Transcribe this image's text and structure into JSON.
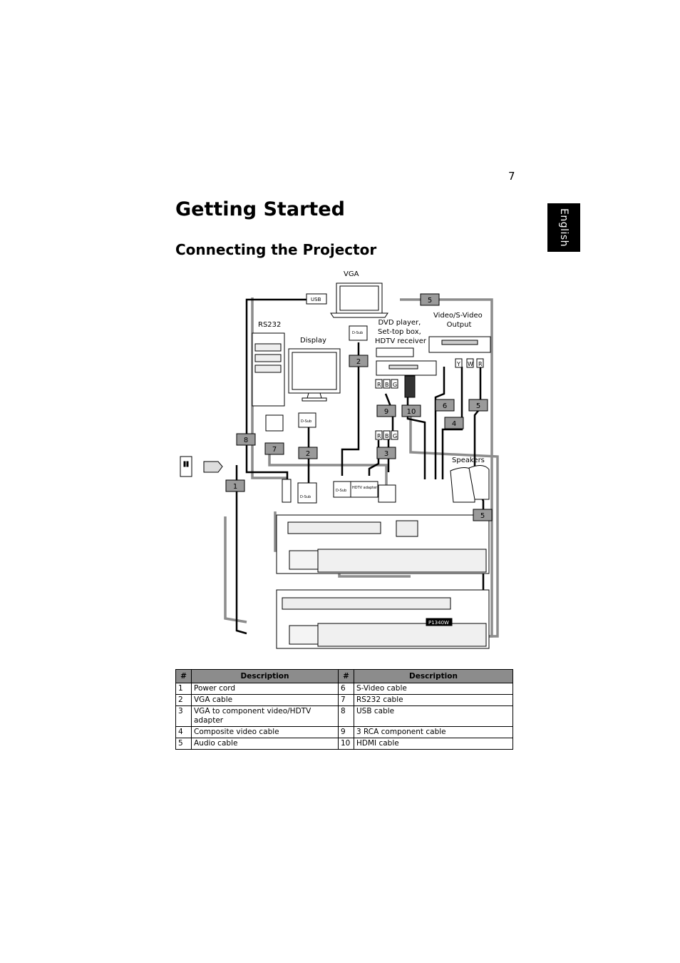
{
  "page": {
    "number": "7",
    "language_tab": "English"
  },
  "title": "Getting Started",
  "subtitle": "Connecting the Projector",
  "diagram": {
    "labels": {
      "vga": "VGA",
      "rs232": "RS232",
      "display": "Display",
      "dvd": [
        "DVD player,",
        "Set-top box,",
        "HDTV receiver"
      ],
      "video": [
        "Video/S-Video",
        "Output"
      ],
      "speakers": "Speakers",
      "usb": "USB",
      "dsub": "D-Sub",
      "hdtv_adapter": "HDTV adapter",
      "model": "P1340W",
      "rbg": [
        "R",
        "B",
        "G"
      ],
      "ywr": [
        "Y",
        "W",
        "R"
      ]
    },
    "badges": [
      "1",
      "2",
      "3",
      "4",
      "5",
      "6",
      "7",
      "8",
      "9",
      "10"
    ]
  },
  "table": {
    "headers": [
      "#",
      "Description",
      "#",
      "Description"
    ],
    "rows": [
      {
        "n1": "1",
        "d1": "Power cord",
        "n2": "6",
        "d2": "S-Video cable"
      },
      {
        "n1": "2",
        "d1": "VGA cable",
        "n2": "7",
        "d2": "RS232 cable"
      },
      {
        "n1": "3",
        "d1": "VGA to component video/HDTV adapter",
        "n2": "8",
        "d2": "USB cable"
      },
      {
        "n1": "4",
        "d1": "Composite video cable",
        "n2": "9",
        "d2": "3 RCA component cable"
      },
      {
        "n1": "5",
        "d1": "Audio cable",
        "n2": "10",
        "d2": "HDMI cable"
      }
    ]
  }
}
